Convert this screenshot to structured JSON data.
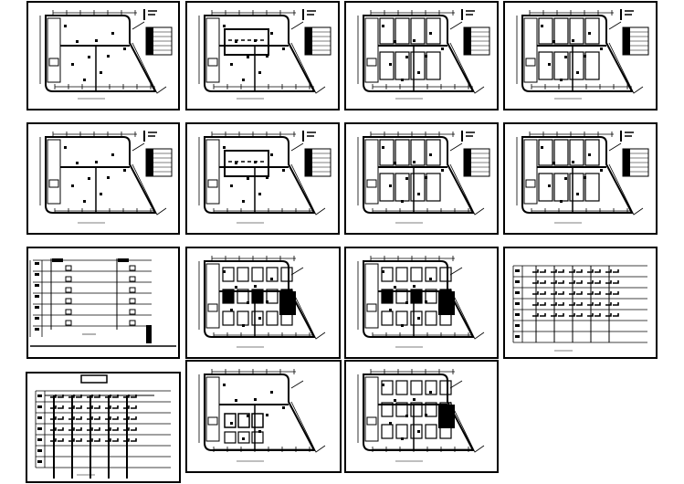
{
  "drawing_set": {
    "line_color": "#000000",
    "background": "#ffffff",
    "sheets": [
      {
        "kind": "floor-plan",
        "variant": "a"
      },
      {
        "kind": "floor-plan",
        "variant": "b"
      },
      {
        "kind": "floor-plan",
        "variant": "c"
      },
      {
        "kind": "floor-plan",
        "variant": "c"
      },
      {
        "kind": "floor-plan",
        "variant": "a"
      },
      {
        "kind": "floor-plan",
        "variant": "b"
      },
      {
        "kind": "floor-plan",
        "variant": "c"
      },
      {
        "kind": "floor-plan",
        "variant": "c"
      },
      {
        "kind": "system-diagram",
        "variant": "a"
      },
      {
        "kind": "floor-plan",
        "variant": "d"
      },
      {
        "kind": "floor-plan",
        "variant": "d"
      },
      {
        "kind": "riser-diagram",
        "variant": "a"
      },
      {
        "kind": "riser-diagram",
        "variant": "b"
      },
      {
        "kind": "floor-plan",
        "variant": "e"
      },
      {
        "kind": "floor-plan",
        "variant": "f"
      }
    ]
  }
}
